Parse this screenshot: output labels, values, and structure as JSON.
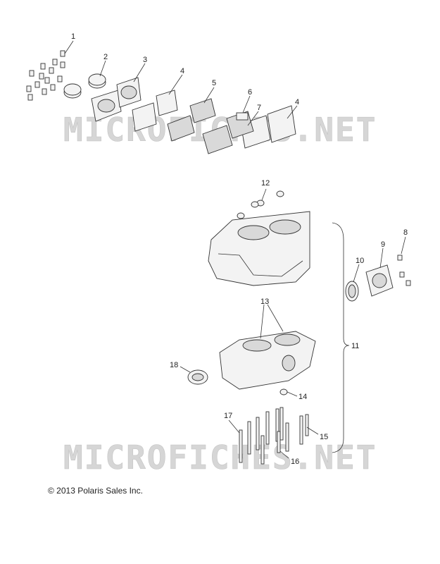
{
  "watermark": "MICROFICHES.NET",
  "copyright": "© 2013 Polaris Sales Inc.",
  "callouts": [
    "1",
    "2",
    "3",
    "4",
    "5",
    "6",
    "7",
    "4",
    "12",
    "8",
    "9",
    "10",
    "13",
    "11",
    "18",
    "14",
    "17",
    "15",
    "16"
  ]
}
